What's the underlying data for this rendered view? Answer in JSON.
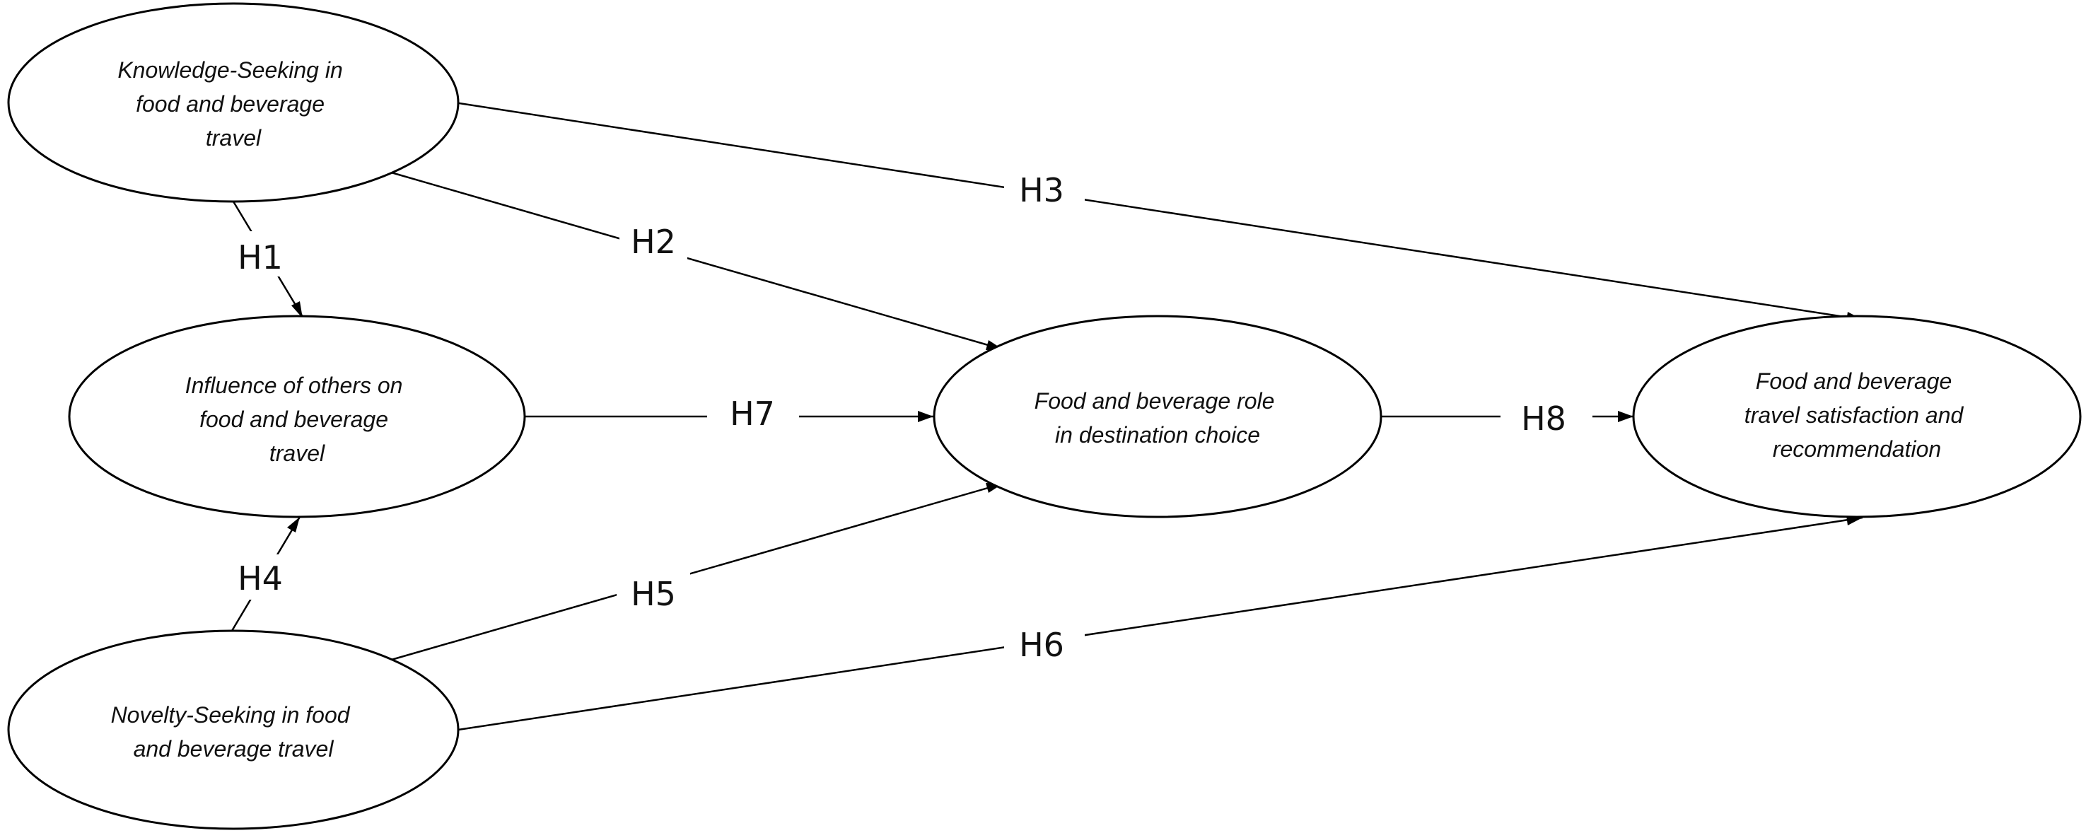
{
  "nodes": {
    "knowledge": {
      "lines": [
        "Knowledge-Seeking in",
        "food and beverage",
        "travel"
      ]
    },
    "influence": {
      "lines": [
        "Influence of others on",
        "food and beverage",
        "travel"
      ]
    },
    "novelty": {
      "lines": [
        "Novelty-Seeking in food",
        "and beverage travel"
      ]
    },
    "destination": {
      "lines": [
        "Food and beverage role",
        "in destination choice"
      ]
    },
    "satisfaction": {
      "lines": [
        "Food and beverage",
        "travel satisfaction and",
        "recommendation"
      ]
    }
  },
  "edges": {
    "h1": {
      "label": "H1",
      "from": "knowledge",
      "to": "influence"
    },
    "h2": {
      "label": "H2",
      "from": "knowledge",
      "to": "destination"
    },
    "h3": {
      "label": "H3",
      "from": "knowledge",
      "to": "satisfaction"
    },
    "h4": {
      "label": "H4",
      "from": "novelty",
      "to": "influence"
    },
    "h5": {
      "label": "H5",
      "from": "novelty",
      "to": "destination"
    },
    "h6": {
      "label": "H6",
      "from": "novelty",
      "to": "satisfaction"
    },
    "h7": {
      "label": "H7",
      "from": "influence",
      "to": "destination"
    },
    "h8": {
      "label": "H8",
      "from": "destination",
      "to": "satisfaction"
    }
  }
}
